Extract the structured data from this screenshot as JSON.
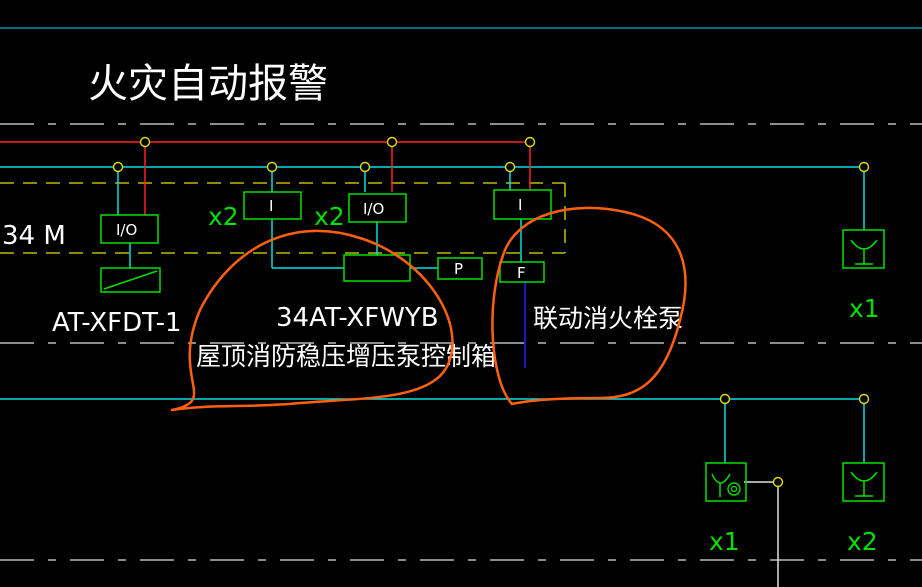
{
  "diagram": {
    "title": "火灾自动报警",
    "cable_label": "34 M",
    "module_left": {
      "io_label": "I/O",
      "device_label": "AT-XFDT-1"
    },
    "module_center": {
      "input_label": "I",
      "io_label": "I/O",
      "pressure_label": "P",
      "code_label": "34AT-XFWYB",
      "name_label": "屋顶消防稳压增压泵控制箱",
      "count_left": "x2",
      "count_right": "x2"
    },
    "module_right": {
      "input_label": "I",
      "flow_label": "F",
      "name_label": "联动消火栓泵"
    },
    "devices": {
      "top_right_count": "x1",
      "bottom_left_count": "x1",
      "bottom_right_count": "x2"
    },
    "colors": {
      "background": "#000000",
      "cyan_wire": "#00e0e0",
      "red_wire": "#ff2020",
      "yellow_dashed": "#e0e000",
      "green_symbol": "#00e000",
      "blue_line": "#2020ff",
      "white_dashed": "#e0e0e0",
      "annotation": "#ff6010"
    }
  }
}
